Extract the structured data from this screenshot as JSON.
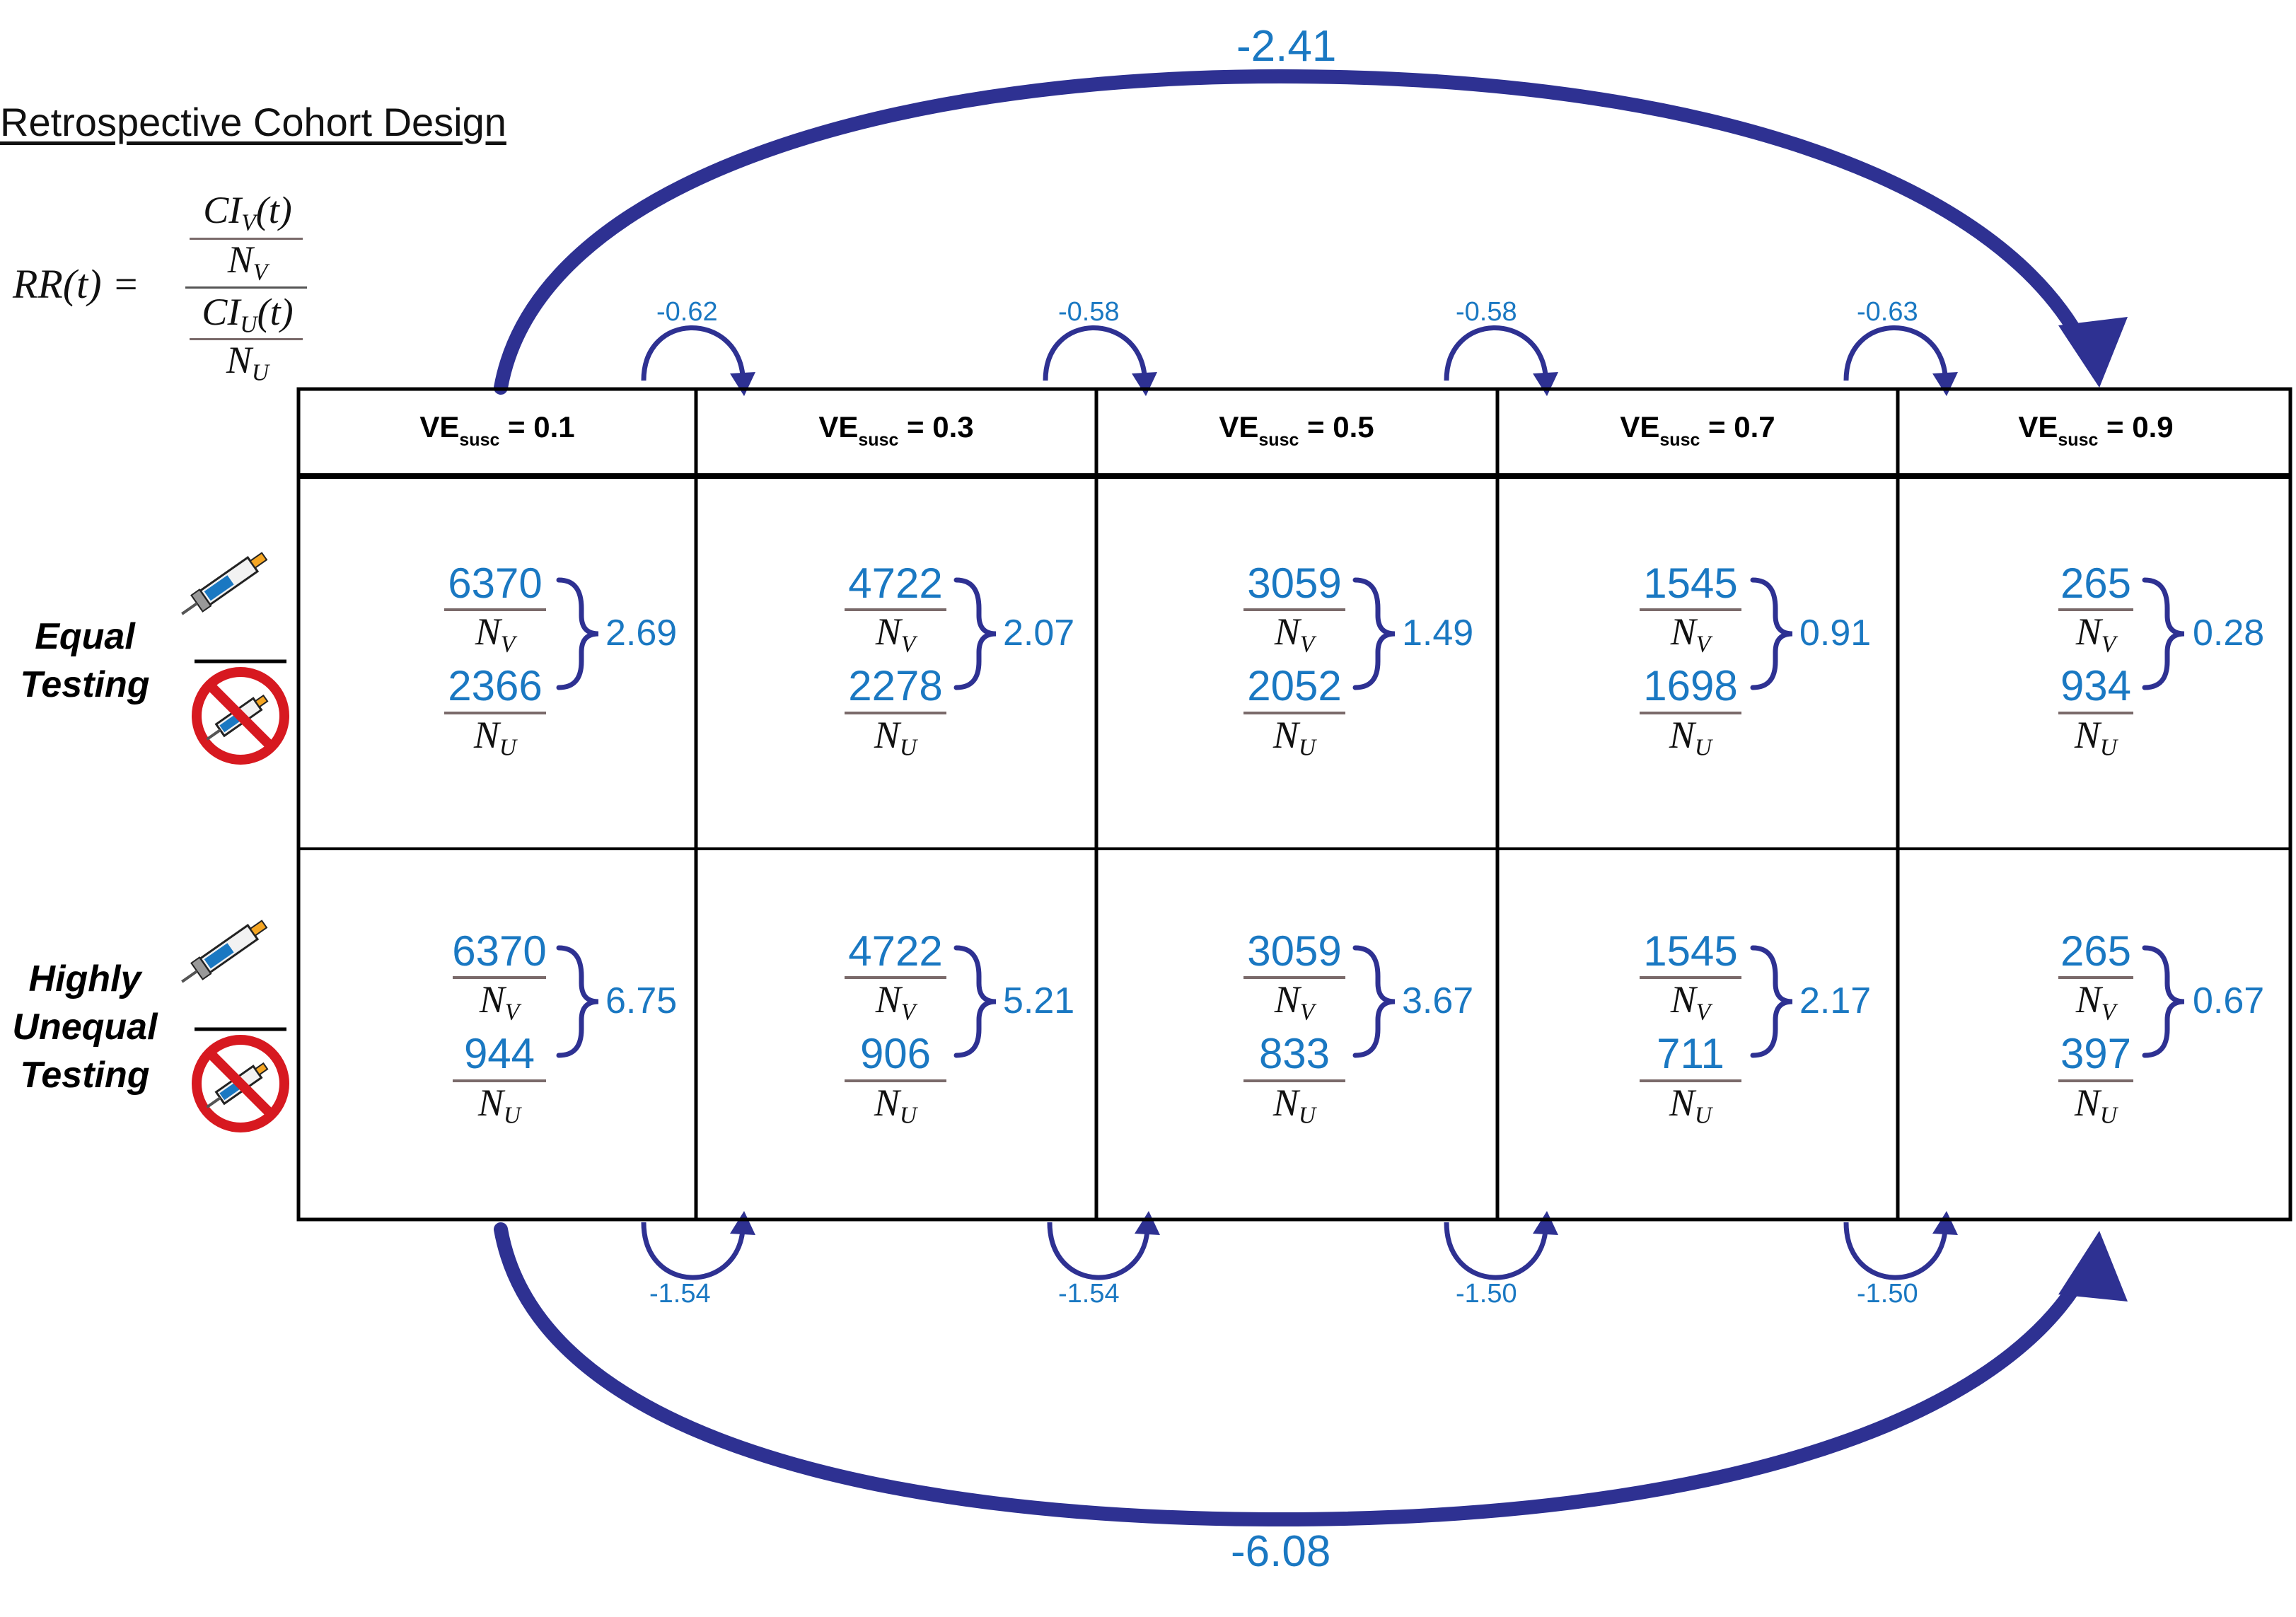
{
  "title": "Retrospective Cohort Design",
  "formula": {
    "lhs": "RR(t) =",
    "num_top": "CI",
    "num_top_sub": "V",
    "num_top_suffix": "(t)",
    "num_bottom": "N",
    "num_bottom_sub": "V",
    "den_top": "CI",
    "den_top_sub": "U",
    "den_top_suffix": "(t)",
    "den_bottom": "N",
    "den_bottom_sub": "U"
  },
  "columns": [
    {
      "prefix": "VE",
      "sub": "susc",
      "suffix": " = 0.1"
    },
    {
      "prefix": "VE",
      "sub": "susc",
      "suffix": " = 0.3"
    },
    {
      "prefix": "VE",
      "sub": "susc",
      "suffix": " = 0.5"
    },
    {
      "prefix": "VE",
      "sub": "susc",
      "suffix": " = 0.7"
    },
    {
      "prefix": "VE",
      "sub": "susc",
      "suffix": " = 0.9"
    }
  ],
  "rows": [
    {
      "label_lines": [
        "Equal",
        "Testing"
      ],
      "cells": [
        {
          "vacc": "6370",
          "unvacc": "2366",
          "rr": "2.69"
        },
        {
          "vacc": "4722",
          "unvacc": "2278",
          "rr": "2.07"
        },
        {
          "vacc": "3059",
          "unvacc": "2052",
          "rr": "1.49"
        },
        {
          "vacc": "1545",
          "unvacc": "1698",
          "rr": "0.91"
        },
        {
          "vacc": "265",
          "unvacc": "934",
          "rr": "0.28"
        }
      ],
      "step_diffs": [
        "-0.62",
        "-0.58",
        "-0.58",
        "-0.63"
      ],
      "total_diff": "-2.41"
    },
    {
      "label_lines": [
        "Highly",
        "Unequal",
        "Testing"
      ],
      "cells": [
        {
          "vacc": "6370",
          "unvacc": "944",
          "rr": "6.75"
        },
        {
          "vacc": "4722",
          "unvacc": "906",
          "rr": "5.21"
        },
        {
          "vacc": "3059",
          "unvacc": "833",
          "rr": "3.67"
        },
        {
          "vacc": "1545",
          "unvacc": "711",
          "rr": "2.17"
        },
        {
          "vacc": "265",
          "unvacc": "397",
          "rr": "0.67"
        }
      ],
      "step_diffs": [
        "-1.54",
        "-1.54",
        "-1.50",
        "-1.50"
      ],
      "total_diff": "-6.08"
    }
  ],
  "cell_labels": {
    "nv": "N",
    "nv_sub": "V",
    "nu": "N",
    "nu_sub": "U"
  },
  "colors": {
    "accent_blue": "#1a78c2",
    "arrow_navy": "#2e3192",
    "vaccine_no_red": "#d71920"
  },
  "icons": [
    "syringe-icon",
    "no-syringe-icon"
  ]
}
